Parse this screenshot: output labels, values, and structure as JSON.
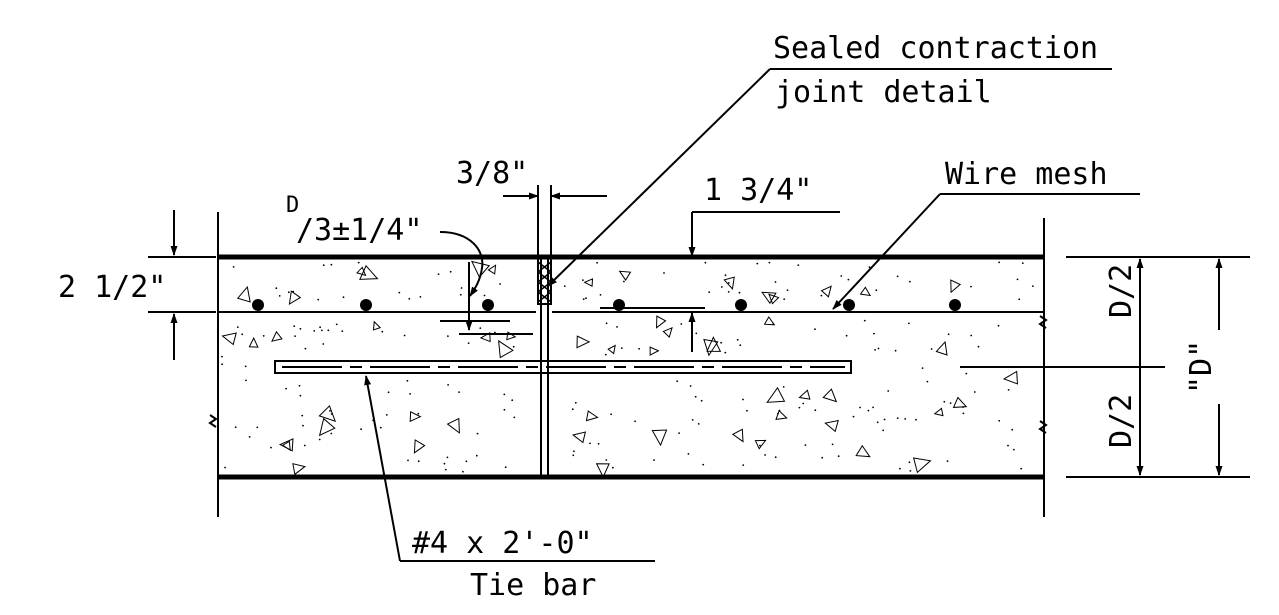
{
  "labels": {
    "sealed_line1": "Sealed contraction",
    "sealed_line2": "joint detail",
    "joint_width": "3/8\"",
    "mesh_depth": "1 3/4\"",
    "wire_mesh": "Wire mesh",
    "tiebar_depth_sup": "D",
    "tiebar_depth_rest": "/3±1/4\"",
    "top_cover": "2 1/2\"",
    "half_top": "D/2",
    "half_bottom": "D/2",
    "total_depth": "\"D\"",
    "tiebar_size": "#4 x 2'-0\"",
    "tiebar_name": "Tie bar"
  }
}
